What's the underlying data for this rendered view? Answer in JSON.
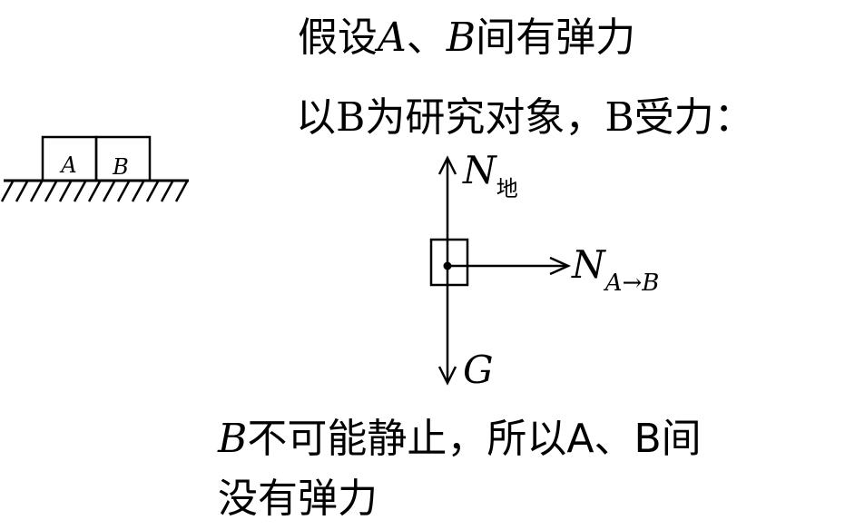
{
  "heading": {
    "prefix": "假设",
    "var_a": "A",
    "sep": "、",
    "var_b": "B",
    "suffix": "间有弹力"
  },
  "study_line": {
    "prefix": "以",
    "var_b": "B",
    "middle": "为研究对象，",
    "var_b2": "B",
    "suffix": "受力："
  },
  "setup": {
    "block_a": "A",
    "block_b": "B"
  },
  "forces": {
    "normal_ground": {
      "symbol": "N",
      "subscript": "地"
    },
    "normal_a_on_b": {
      "symbol": "N",
      "subscript": "A→B"
    },
    "gravity": {
      "symbol": "G"
    }
  },
  "conclusion": {
    "var_b": "B",
    "line1": "不可能静止，所以A、B间",
    "line2": "没有弹力"
  }
}
